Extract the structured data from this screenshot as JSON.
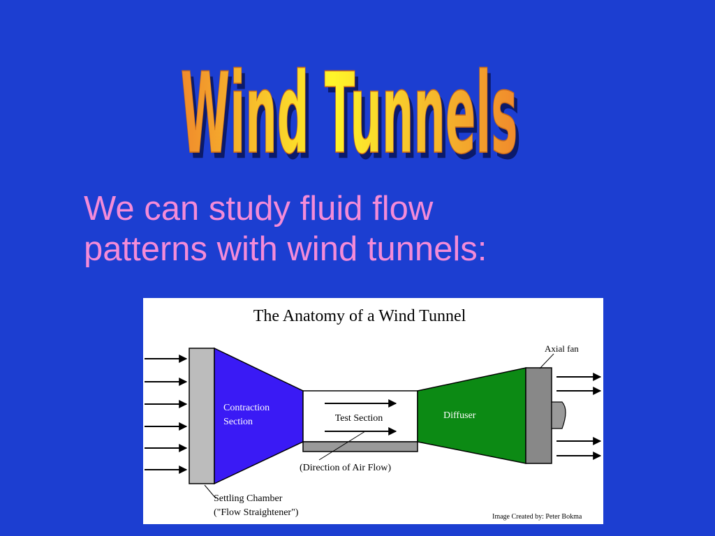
{
  "slide": {
    "title": "Wind Tunnels",
    "body_lines": [
      "We can study fluid flow",
      "patterns with wind tunnels:"
    ]
  },
  "diagram": {
    "title": "The Anatomy of a Wind Tunnel",
    "labels": {
      "contraction_line1": "Contraction",
      "contraction_line2": "Section",
      "test_section": "Test Section",
      "diffuser": "Diffuser",
      "axial_fan": "Axial fan",
      "direction": "(Direction of Air Flow)",
      "settling_line1": "Settling Chamber",
      "settling_line2": "(\"Flow Straightener\")",
      "credit": "Image Created by:  Peter Bokma"
    },
    "colors": {
      "background": "#1c3ed1",
      "body_text": "#f48bd8",
      "contraction": "#3a1af5",
      "diffuser": "#0c8a14",
      "chamber": "#bcbcbc",
      "fan": "#888888",
      "floor": "#9a9a9a"
    }
  }
}
